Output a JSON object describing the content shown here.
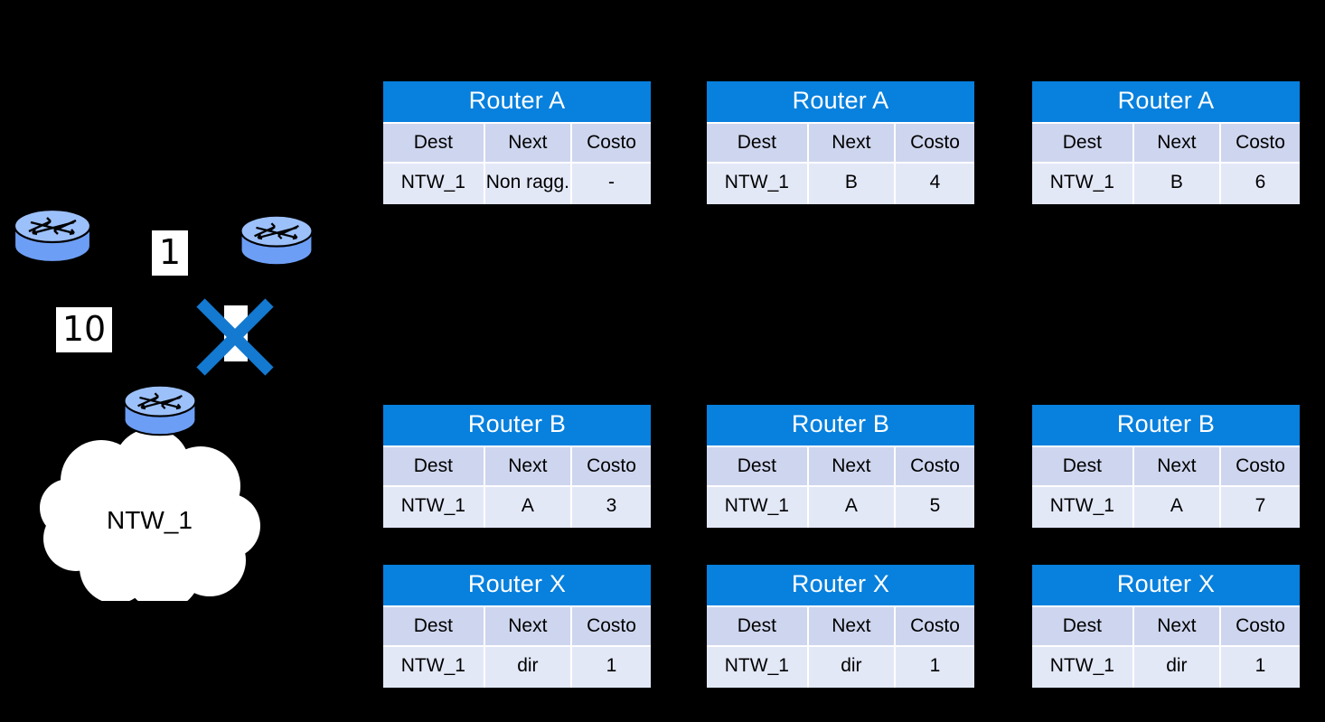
{
  "diagram": {
    "background_color": "#000000",
    "accent_color": "#0780DE",
    "router_body_color": "#6D9EF5",
    "cloud_label": "NTW_1",
    "link_costs": [
      {
        "name": "cost-a-b",
        "value": "1"
      },
      {
        "name": "cost-a-x",
        "value": "10"
      }
    ],
    "failed_link": {
      "marker": "x-mark",
      "color": "#1479D0",
      "label": ""
    },
    "routers": [
      {
        "name": "router-node-a"
      },
      {
        "name": "router-node-b"
      },
      {
        "name": "router-node-x"
      }
    ]
  },
  "tables": {
    "columns": [
      "Dest",
      "Next",
      "Costo"
    ],
    "items": [
      {
        "title": "Router A",
        "row": {
          "dest": "NTW_1",
          "next": "Non ragg.",
          "cost": "-"
        }
      },
      {
        "title": "Router A",
        "row": {
          "dest": "NTW_1",
          "next": "B",
          "cost": "4"
        }
      },
      {
        "title": "Router A",
        "row": {
          "dest": "NTW_1",
          "next": "B",
          "cost": "6"
        }
      },
      {
        "title": "Router B",
        "row": {
          "dest": "NTW_1",
          "next": "A",
          "cost": "3"
        }
      },
      {
        "title": "Router B",
        "row": {
          "dest": "NTW_1",
          "next": "A",
          "cost": "5"
        }
      },
      {
        "title": "Router B",
        "row": {
          "dest": "NTW_1",
          "next": "A",
          "cost": "7"
        }
      },
      {
        "title": "Router X",
        "row": {
          "dest": "NTW_1",
          "next": "dir",
          "cost": "1"
        }
      },
      {
        "title": "Router X",
        "row": {
          "dest": "NTW_1",
          "next": "dir",
          "cost": "1"
        }
      },
      {
        "title": "Router X",
        "row": {
          "dest": "NTW_1",
          "next": "dir",
          "cost": "1"
        }
      }
    ]
  }
}
